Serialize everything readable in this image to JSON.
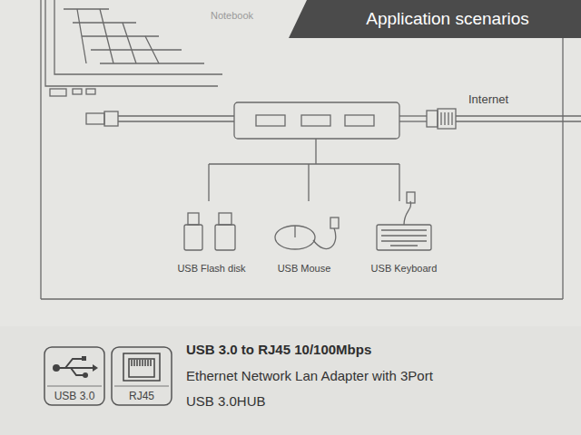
{
  "diagram": {
    "title": "USB 3.0 to RJ45 10/100Mbps",
    "caption": "Ethernet Network Lan Adapter with 3Port USB 3.0HUB",
    "nodes": [
      {
        "text": [
          "Application scenarios"
        ]
      },
      {
        "text": [
          "USB 3.0"
        ]
      },
      {
        "text": [
          "RJ45"
        ]
      }
    ],
    "labels": [
      "Notebook",
      "Internet",
      "USB Flash disk",
      "USB Mouse",
      "USB Keyboard"
    ]
  }
}
